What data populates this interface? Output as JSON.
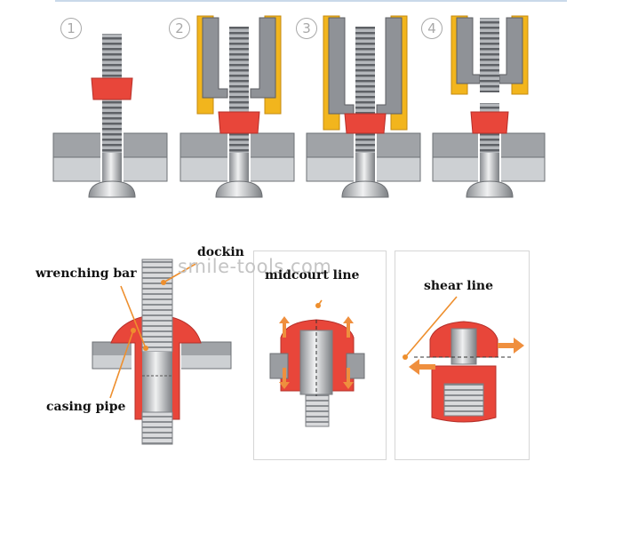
{
  "steps": [
    "1",
    "2",
    "3",
    "4"
  ],
  "labels": {
    "dockin": "dockin",
    "wrenching_bar": "wrenching bar",
    "midcourt_line": "midcourt line",
    "casing_pipe": "casing pipe",
    "shear_line": "shear line"
  },
  "watermark": "smile-tools.com",
  "colors": {
    "collar_red": "#e8463a",
    "tool_yellow": "#f2b51d",
    "tool_gray": "#8f9297",
    "plate_light": "#c4c6c9",
    "plate_dark": "#9a9da1",
    "arrow_orange": "#ef8f3e",
    "pointer": "#ee8f2e",
    "step_circle": "#a8a8a8"
  }
}
